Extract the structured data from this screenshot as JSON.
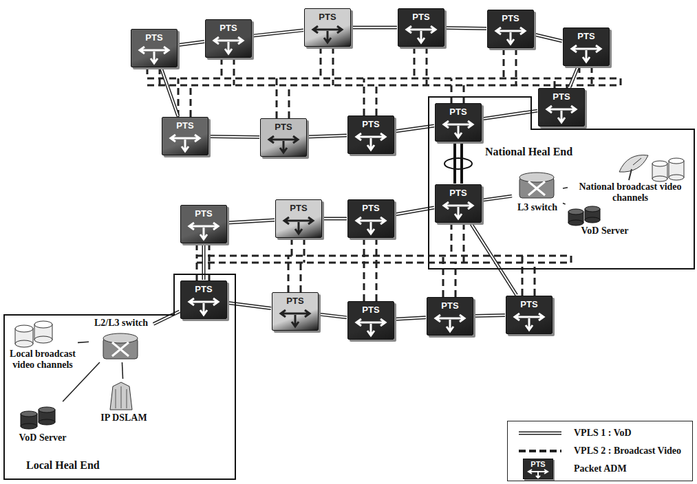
{
  "diagram": {
    "nodes": [
      {
        "text": [
          "PTS"
        ]
      },
      {
        "text": [
          "PTS"
        ]
      },
      {
        "text": [
          "PTS"
        ]
      },
      {
        "text": [
          "PTS"
        ]
      },
      {
        "text": [
          "PTS"
        ]
      },
      {
        "text": [
          "PTS"
        ]
      },
      {
        "text": [
          "PTS"
        ]
      },
      {
        "text": [
          "PTS"
        ]
      },
      {
        "text": [
          "PTS"
        ]
      },
      {
        "text": [
          "PTS"
        ]
      },
      {
        "text": [
          "National Heal End"
        ]
      },
      {
        "text": [
          "PTS"
        ],
        "in": 10
      },
      {
        "text": [
          "PTS"
        ],
        "in": 10
      },
      {
        "text": [
          "L3 switch"
        ],
        "in": 10
      },
      {
        "text": [
          "National broadcast video channels"
        ],
        "in": 10
      },
      {
        "text": [
          "VoD Server"
        ],
        "in": 10
      },
      {
        "text": [
          "PTS"
        ]
      },
      {
        "text": [
          "PTS"
        ]
      },
      {
        "text": [
          "PTS"
        ]
      },
      {
        "text": [
          "Local Heal End"
        ]
      },
      {
        "text": [
          "PTS"
        ],
        "in": 19
      },
      {
        "text": [
          "L2/L3 switch"
        ],
        "in": 19
      },
      {
        "text": [
          "Local broadcast video channels"
        ],
        "in": 19
      },
      {
        "text": [
          "VoD Server"
        ],
        "in": 19
      },
      {
        "text": [
          "IP DSLAM"
        ],
        "in": 19
      },
      {
        "text": [
          "PTS"
        ]
      },
      {
        "text": [
          "PTS"
        ]
      },
      {
        "text": [
          "PTS"
        ]
      },
      {
        "text": [
          "PTS"
        ]
      }
    ],
    "edges": [
      {
        "from": 0,
        "to": 1,
        "arrow": "none"
      },
      {
        "from": 1,
        "to": 2,
        "arrow": "none"
      },
      {
        "from": 2,
        "to": 3,
        "arrow": "none"
      },
      {
        "from": 3,
        "to": 4,
        "arrow": "none"
      },
      {
        "from": 4,
        "to": 5,
        "arrow": "none"
      },
      {
        "from": 5,
        "to": 6,
        "arrow": "none"
      },
      {
        "from": 6,
        "to": 11,
        "arrow": "none"
      },
      {
        "from": 11,
        "to": 9,
        "arrow": "none"
      },
      {
        "from": 9,
        "to": 8,
        "arrow": "none"
      },
      {
        "from": 8,
        "to": 7,
        "arrow": "none"
      },
      {
        "from": 7,
        "to": 0,
        "arrow": "none"
      },
      {
        "from": 11,
        "to": 12,
        "arrow": "none"
      },
      {
        "from": 12,
        "to": 18,
        "arrow": "none"
      },
      {
        "from": 18,
        "to": 17,
        "arrow": "none"
      },
      {
        "from": 17,
        "to": 16,
        "arrow": "none"
      },
      {
        "from": 16,
        "to": 20,
        "arrow": "none"
      },
      {
        "from": 20,
        "to": 25,
        "arrow": "none"
      },
      {
        "from": 25,
        "to": 26,
        "arrow": "none"
      },
      {
        "from": 26,
        "to": 27,
        "arrow": "none"
      },
      {
        "from": 27,
        "to": 28,
        "arrow": "none"
      },
      {
        "from": 28,
        "to": 12,
        "arrow": "none"
      },
      {
        "from": 13,
        "to": 12,
        "arrow": "none"
      },
      {
        "from": 13,
        "to": 14,
        "arrow": "none"
      },
      {
        "from": 13,
        "to": 15,
        "arrow": "none"
      },
      {
        "from": 21,
        "to": 20,
        "arrow": "none"
      },
      {
        "from": 21,
        "to": 22,
        "arrow": "none"
      },
      {
        "from": 21,
        "to": 23,
        "arrow": "none"
      },
      {
        "from": 21,
        "to": 24,
        "arrow": "none"
      }
    ],
    "labels": [
      "PTS"
    ],
    "legend": [
      {
        "text": "VPLS 1 : VoD"
      },
      {
        "text": "VPLS 2 : Broadcast Video"
      },
      {
        "text": "Packet ADM"
      }
    ]
  }
}
